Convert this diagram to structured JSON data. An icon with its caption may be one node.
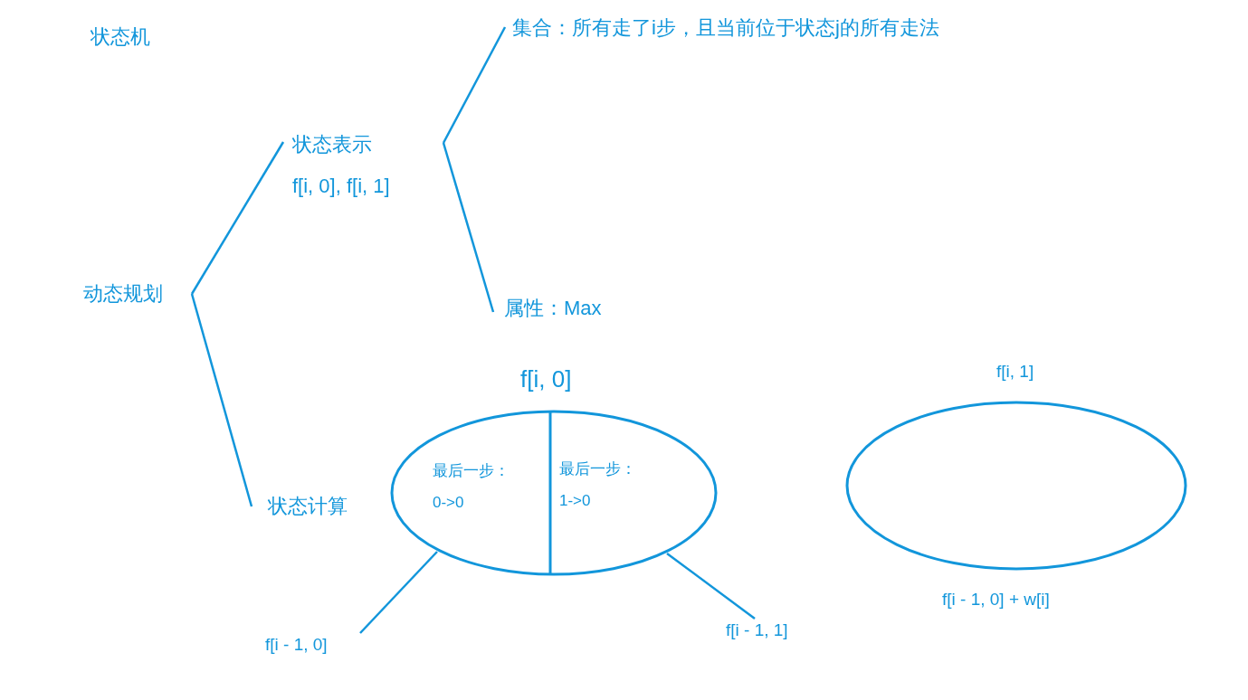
{
  "diagram": {
    "title": "状态机",
    "nodes": [
      {
        "text": [
          "动态规划"
        ]
      },
      {
        "text": [
          "状态表示",
          "f[i, 0], f[i, 1]"
        ]
      },
      {
        "text": [
          "集合：所有走了i步，且当前位于状态j的所有走法"
        ]
      },
      {
        "text": [
          "属性：Max"
        ]
      },
      {
        "text": [
          "状态计算"
        ]
      },
      {
        "text": [
          "f[i, 0]"
        ]
      },
      {
        "text": [
          "最后一步：",
          "0->0"
        ],
        "in": 5
      },
      {
        "text": [
          "最后一步：",
          "1->0"
        ],
        "in": 5
      },
      {
        "text": [
          "f[i, 1]"
        ],
        "beside": [
          "f[i - 1, 0] + w[i]"
        ]
      },
      {
        "text": [
          "f[i - 1, 0]"
        ]
      },
      {
        "text": [
          "f[i - 1, 1]"
        ]
      }
    ],
    "edges": [
      {
        "from": 0,
        "to": 1,
        "arrow": "none"
      },
      {
        "from": 0,
        "to": 4,
        "arrow": "none"
      },
      {
        "from": 1,
        "to": 2,
        "arrow": "none"
      },
      {
        "from": 1,
        "to": 3,
        "arrow": "none"
      },
      {
        "from": 6,
        "to": 9,
        "arrow": "none"
      },
      {
        "from": 7,
        "to": 10,
        "arrow": "none"
      }
    ]
  }
}
